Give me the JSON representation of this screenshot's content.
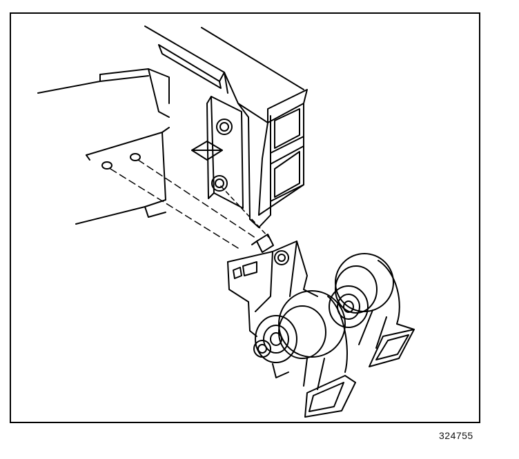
{
  "figure": {
    "id_number": "324755",
    "depicts": [
      "frame-rail",
      "crossmember",
      "horn-bracket",
      "bracket-bolt",
      "dual-horns"
    ]
  },
  "colors": {
    "ink": "#000000",
    "paper": "#ffffff"
  }
}
